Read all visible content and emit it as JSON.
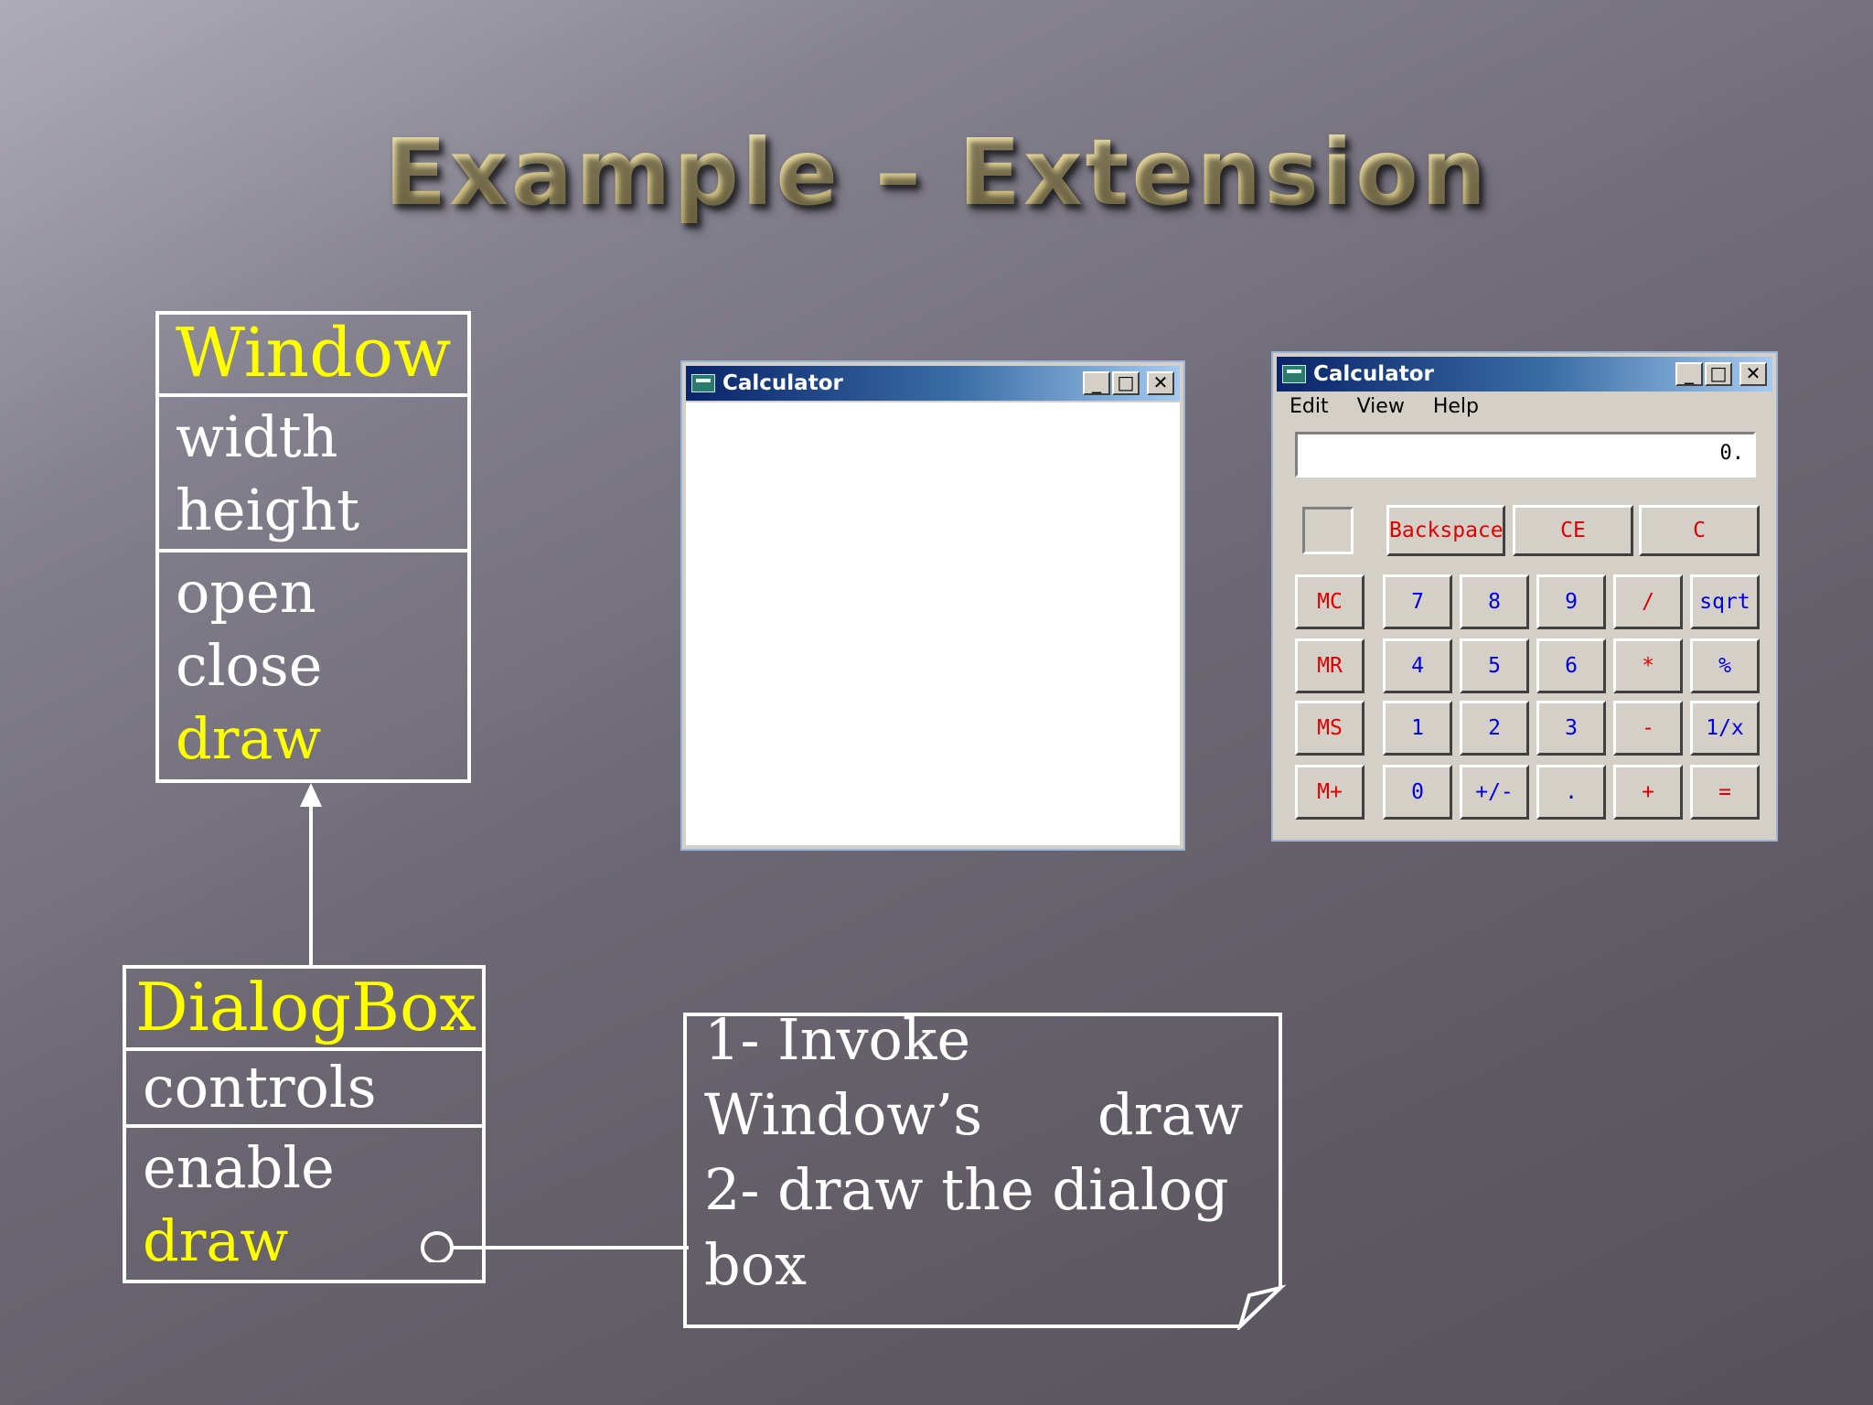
{
  "slide": {
    "title": "Example – Extension"
  },
  "window_class": {
    "name": "Window",
    "attributes": [
      "width",
      "height"
    ],
    "methods": [
      "open",
      "close",
      "draw"
    ]
  },
  "dialog_class": {
    "name": "DialogBox",
    "attributes": [
      "controls"
    ],
    "methods": [
      "enable",
      "draw"
    ]
  },
  "note": {
    "lines": [
      "1- Invoke",
      "Window’s",
      "draw",
      "2- draw the dialog",
      "box"
    ]
  },
  "empty_window": {
    "title": "Calculator",
    "controls": {
      "minimize": "_",
      "maximize": "□",
      "close": "✕"
    },
    "icon": "calculator-icon"
  },
  "calculator": {
    "title": "Calculator",
    "icon": "calculator-icon",
    "controls": {
      "minimize": "_",
      "maximize": "□",
      "close": "✕"
    },
    "menu": [
      "Edit",
      "View",
      "Help"
    ],
    "display": "0.",
    "row0": [
      "Backspace",
      "CE",
      "C"
    ],
    "memory": [
      "MC",
      "MR",
      "MS",
      "M+"
    ],
    "keys": [
      [
        "7",
        "8",
        "9",
        "/",
        "sqrt"
      ],
      [
        "4",
        "5",
        "6",
        "*",
        "%"
      ],
      [
        "1",
        "2",
        "3",
        "-",
        "1/x"
      ],
      [
        "0",
        "+/-",
        ".",
        "+",
        "="
      ]
    ],
    "colors": {
      "red": "#e00000",
      "blue": "#0000e0",
      "face": "#d4d0c8"
    }
  }
}
